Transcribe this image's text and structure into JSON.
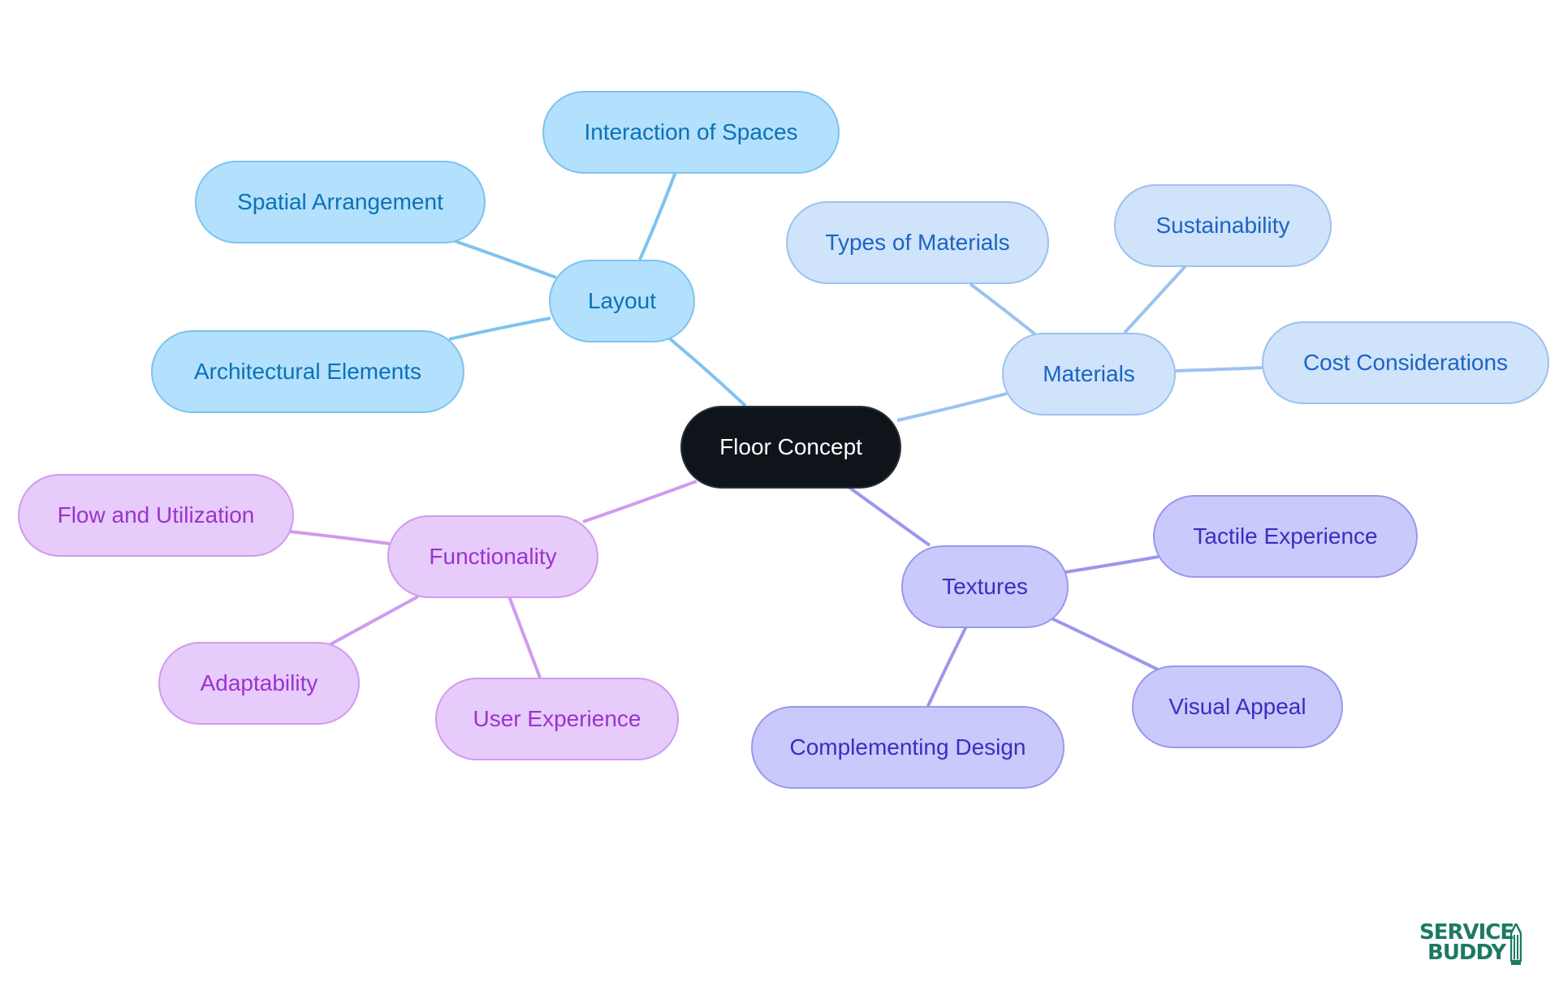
{
  "central": {
    "label": "Floor Concept"
  },
  "branches": [
    {
      "label": "Layout",
      "children": [
        "Interaction of Spaces",
        "Spatial Arrangement",
        "Architectural Elements"
      ]
    },
    {
      "label": "Materials",
      "children": [
        "Types of Materials",
        "Sustainability",
        "Cost Considerations"
      ]
    },
    {
      "label": "Textures",
      "children": [
        "Tactile Experience",
        "Visual Appeal",
        "Complementing Design"
      ]
    },
    {
      "label": "Functionality",
      "children": [
        "Flow and Utilization",
        "Adaptability",
        "User Experience"
      ]
    }
  ],
  "colors": {
    "central": "#0f141b",
    "layout": "#b3e0fd",
    "materials": "#cfe3fb",
    "textures": "#c9c9fb",
    "functionality": "#e7cbfb"
  },
  "logo": {
    "line1": "SERVICE",
    "line2": "BUDDY"
  }
}
